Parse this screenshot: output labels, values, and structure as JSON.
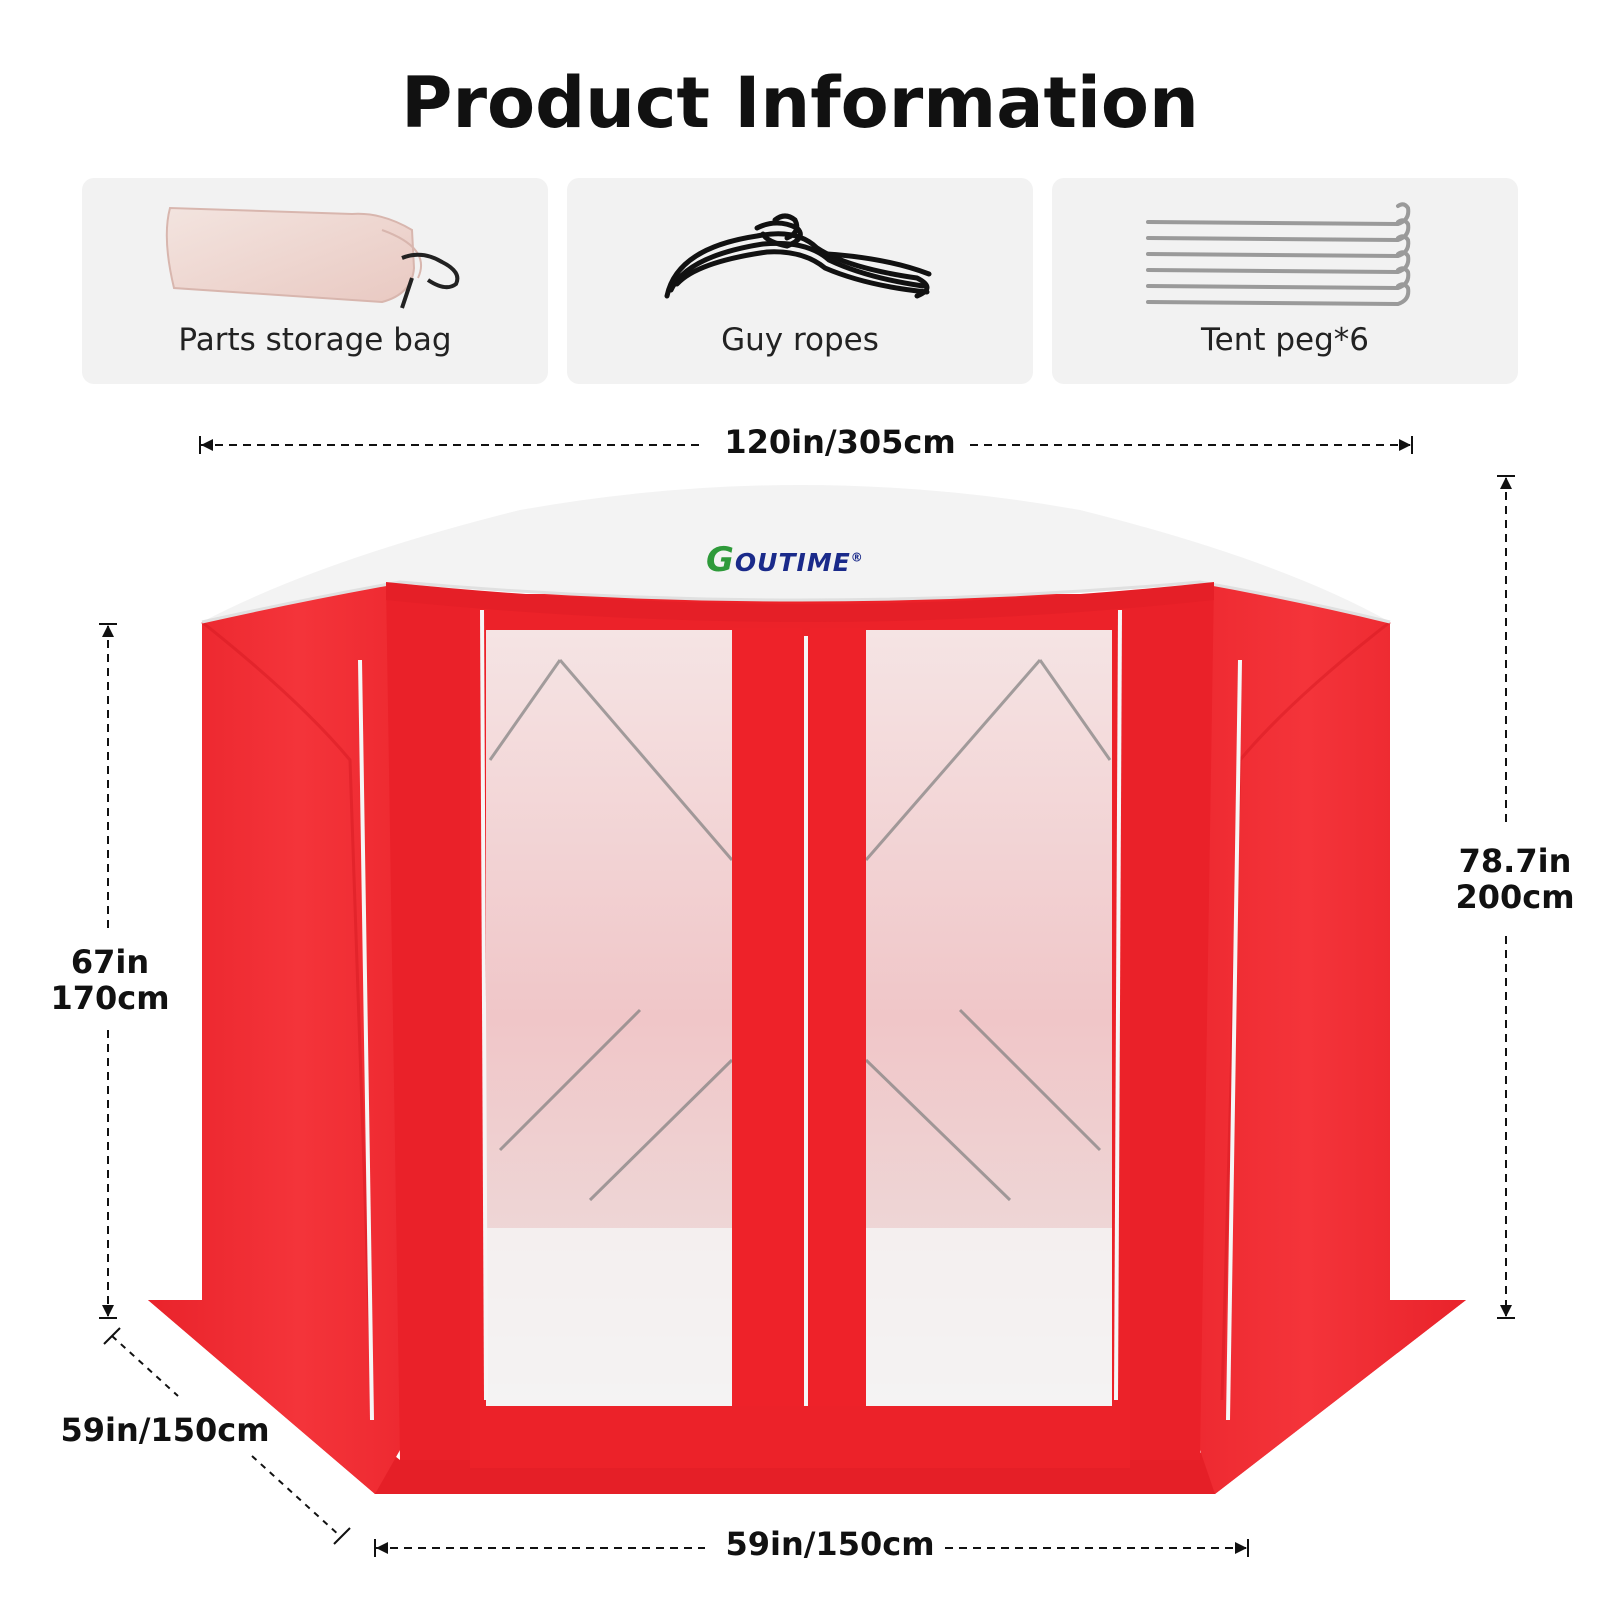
{
  "title": "Product Information",
  "accessories": [
    {
      "label": "Parts storage bag",
      "icon": "storage-bag-icon"
    },
    {
      "label": "Guy ropes",
      "icon": "rope-icon"
    },
    {
      "label": "Tent peg*6",
      "icon": "tent-peg-icon"
    }
  ],
  "dimensions": {
    "width_top": "120in/305cm",
    "height_left_in": "67in",
    "height_left_cm": "170cm",
    "height_right_in": "78.7in",
    "height_right_cm": "200cm",
    "depth_left": "59in/150cm",
    "width_bottom": "59in/150cm"
  },
  "logo": {
    "initial": "G",
    "rest": "OUTIME",
    "mark": "®"
  },
  "colors": {
    "tent_red": "#f0242c",
    "roof_white": "#f4f4f4",
    "card_bg": "#f2f2f2"
  }
}
